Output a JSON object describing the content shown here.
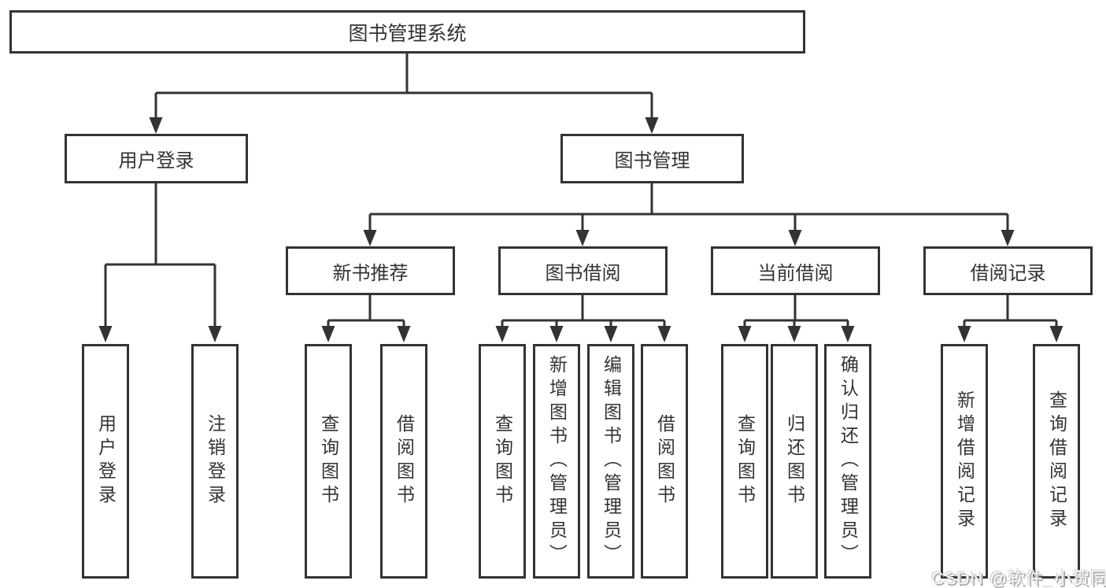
{
  "tree": {
    "label": "图书管理系统",
    "children": [
      {
        "label": "用户登录",
        "children": [
          {
            "label": "用户登录"
          },
          {
            "label": "注销登录"
          }
        ]
      },
      {
        "label": "图书管理",
        "children": [
          {
            "label": "新书推荐",
            "children": [
              {
                "label": "查询图书"
              },
              {
                "label": "借阅图书"
              }
            ]
          },
          {
            "label": "图书借阅",
            "children": [
              {
                "label": "查询图书"
              },
              {
                "label": "新增图书（管理员）"
              },
              {
                "label": "编辑图书（管理员）"
              },
              {
                "label": "借阅图书"
              }
            ]
          },
          {
            "label": "当前借阅",
            "children": [
              {
                "label": "查询图书"
              },
              {
                "label": "归还图书"
              },
              {
                "label": "确认归还（管理员）"
              }
            ]
          },
          {
            "label": "借阅记录",
            "children": [
              {
                "label": "新增借阅记录"
              },
              {
                "label": "查询借阅记录"
              }
            ]
          }
        ]
      }
    ]
  },
  "watermark": {
    "text": "CSDN @软件_小贺同学"
  },
  "colors": {
    "line": "#333333",
    "box_border": "#333333",
    "box_fill": "#ffffff",
    "text": "#333333",
    "background": "#ffffff",
    "watermark_text": "#f2f2f2"
  }
}
